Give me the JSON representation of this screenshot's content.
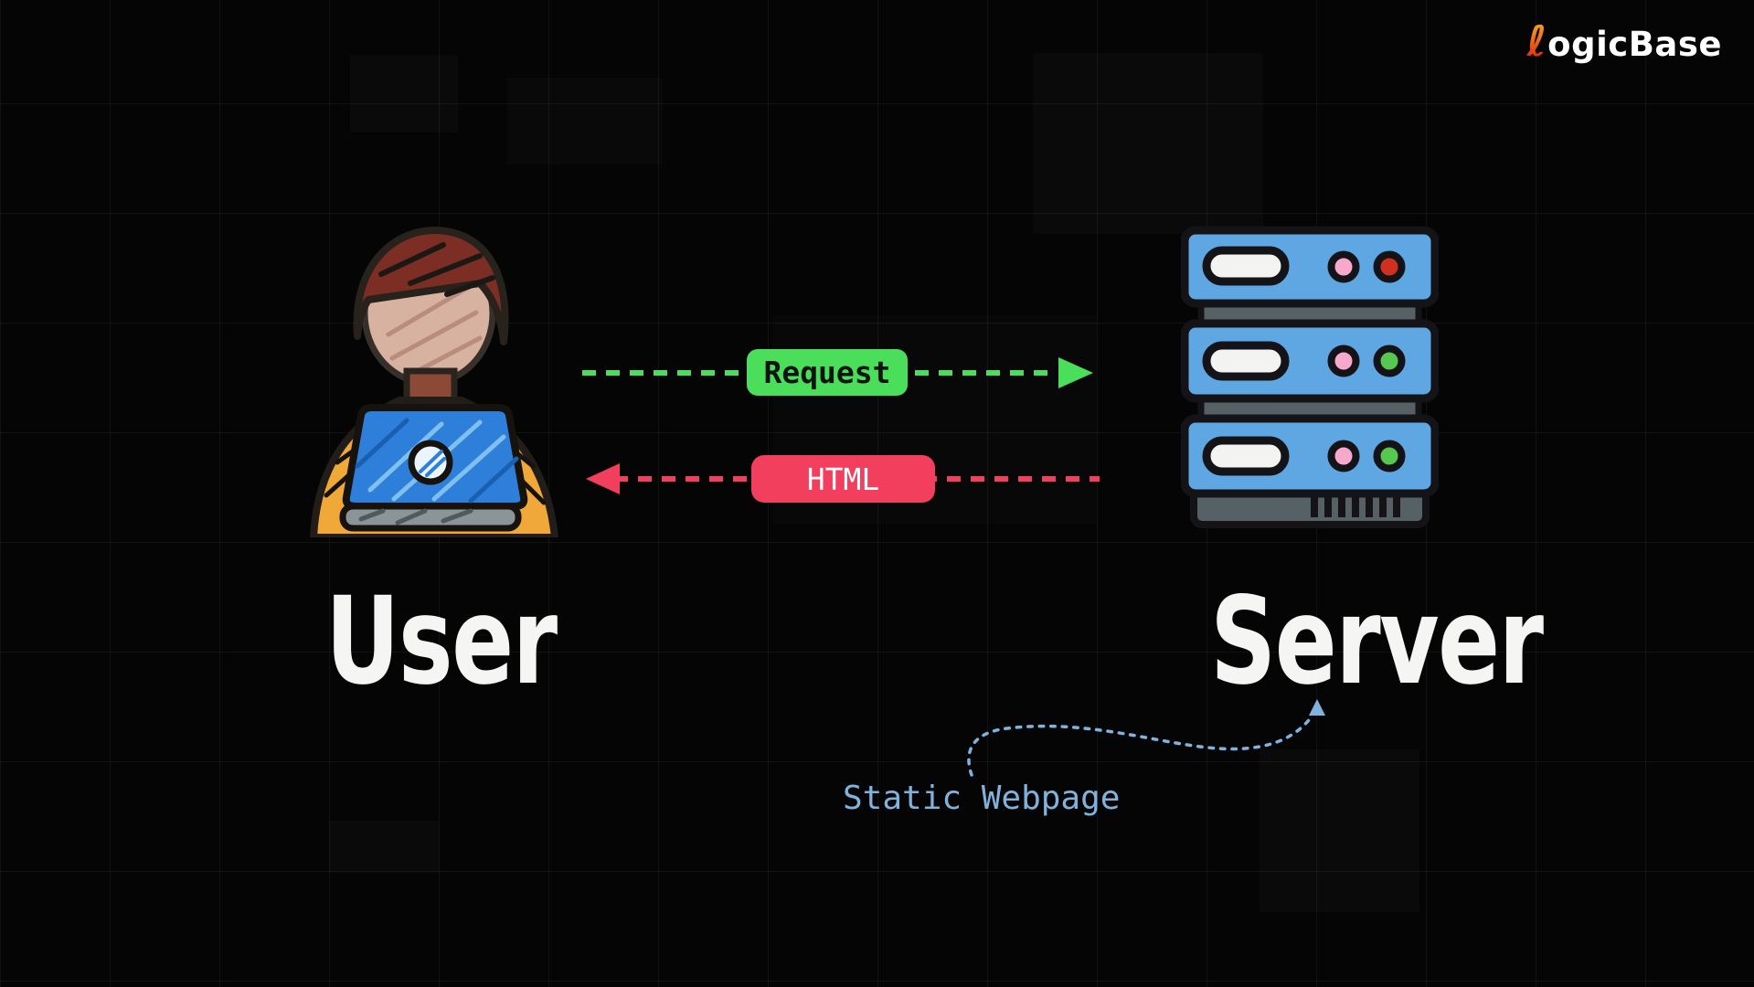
{
  "logo": {
    "glyph": "ℓ",
    "part1": "ogic",
    "part2": "Base"
  },
  "actors": {
    "user_label": "User",
    "server_label": "Server"
  },
  "flows": {
    "request_label": "Request",
    "response_label": "HTML"
  },
  "annotation": {
    "text": "Static Webpage"
  },
  "icons": {
    "user": "person-at-laptop-icon",
    "server": "server-rack-icon"
  },
  "colors": {
    "background": "#050506",
    "request_green": "#4ade5a",
    "response_rose": "#f23f5d",
    "annotation_blue": "#7fb3de",
    "server_blue": "#5fa7e2",
    "laptop_blue": "#2e7fd9",
    "shirt_orange": "#f0a838",
    "logo_accent_top": "#f7a11b",
    "logo_accent_bottom": "#e03414",
    "led_pink": "#f6a9cb",
    "led_red": "#d12f1f",
    "led_green": "#57c84f"
  }
}
